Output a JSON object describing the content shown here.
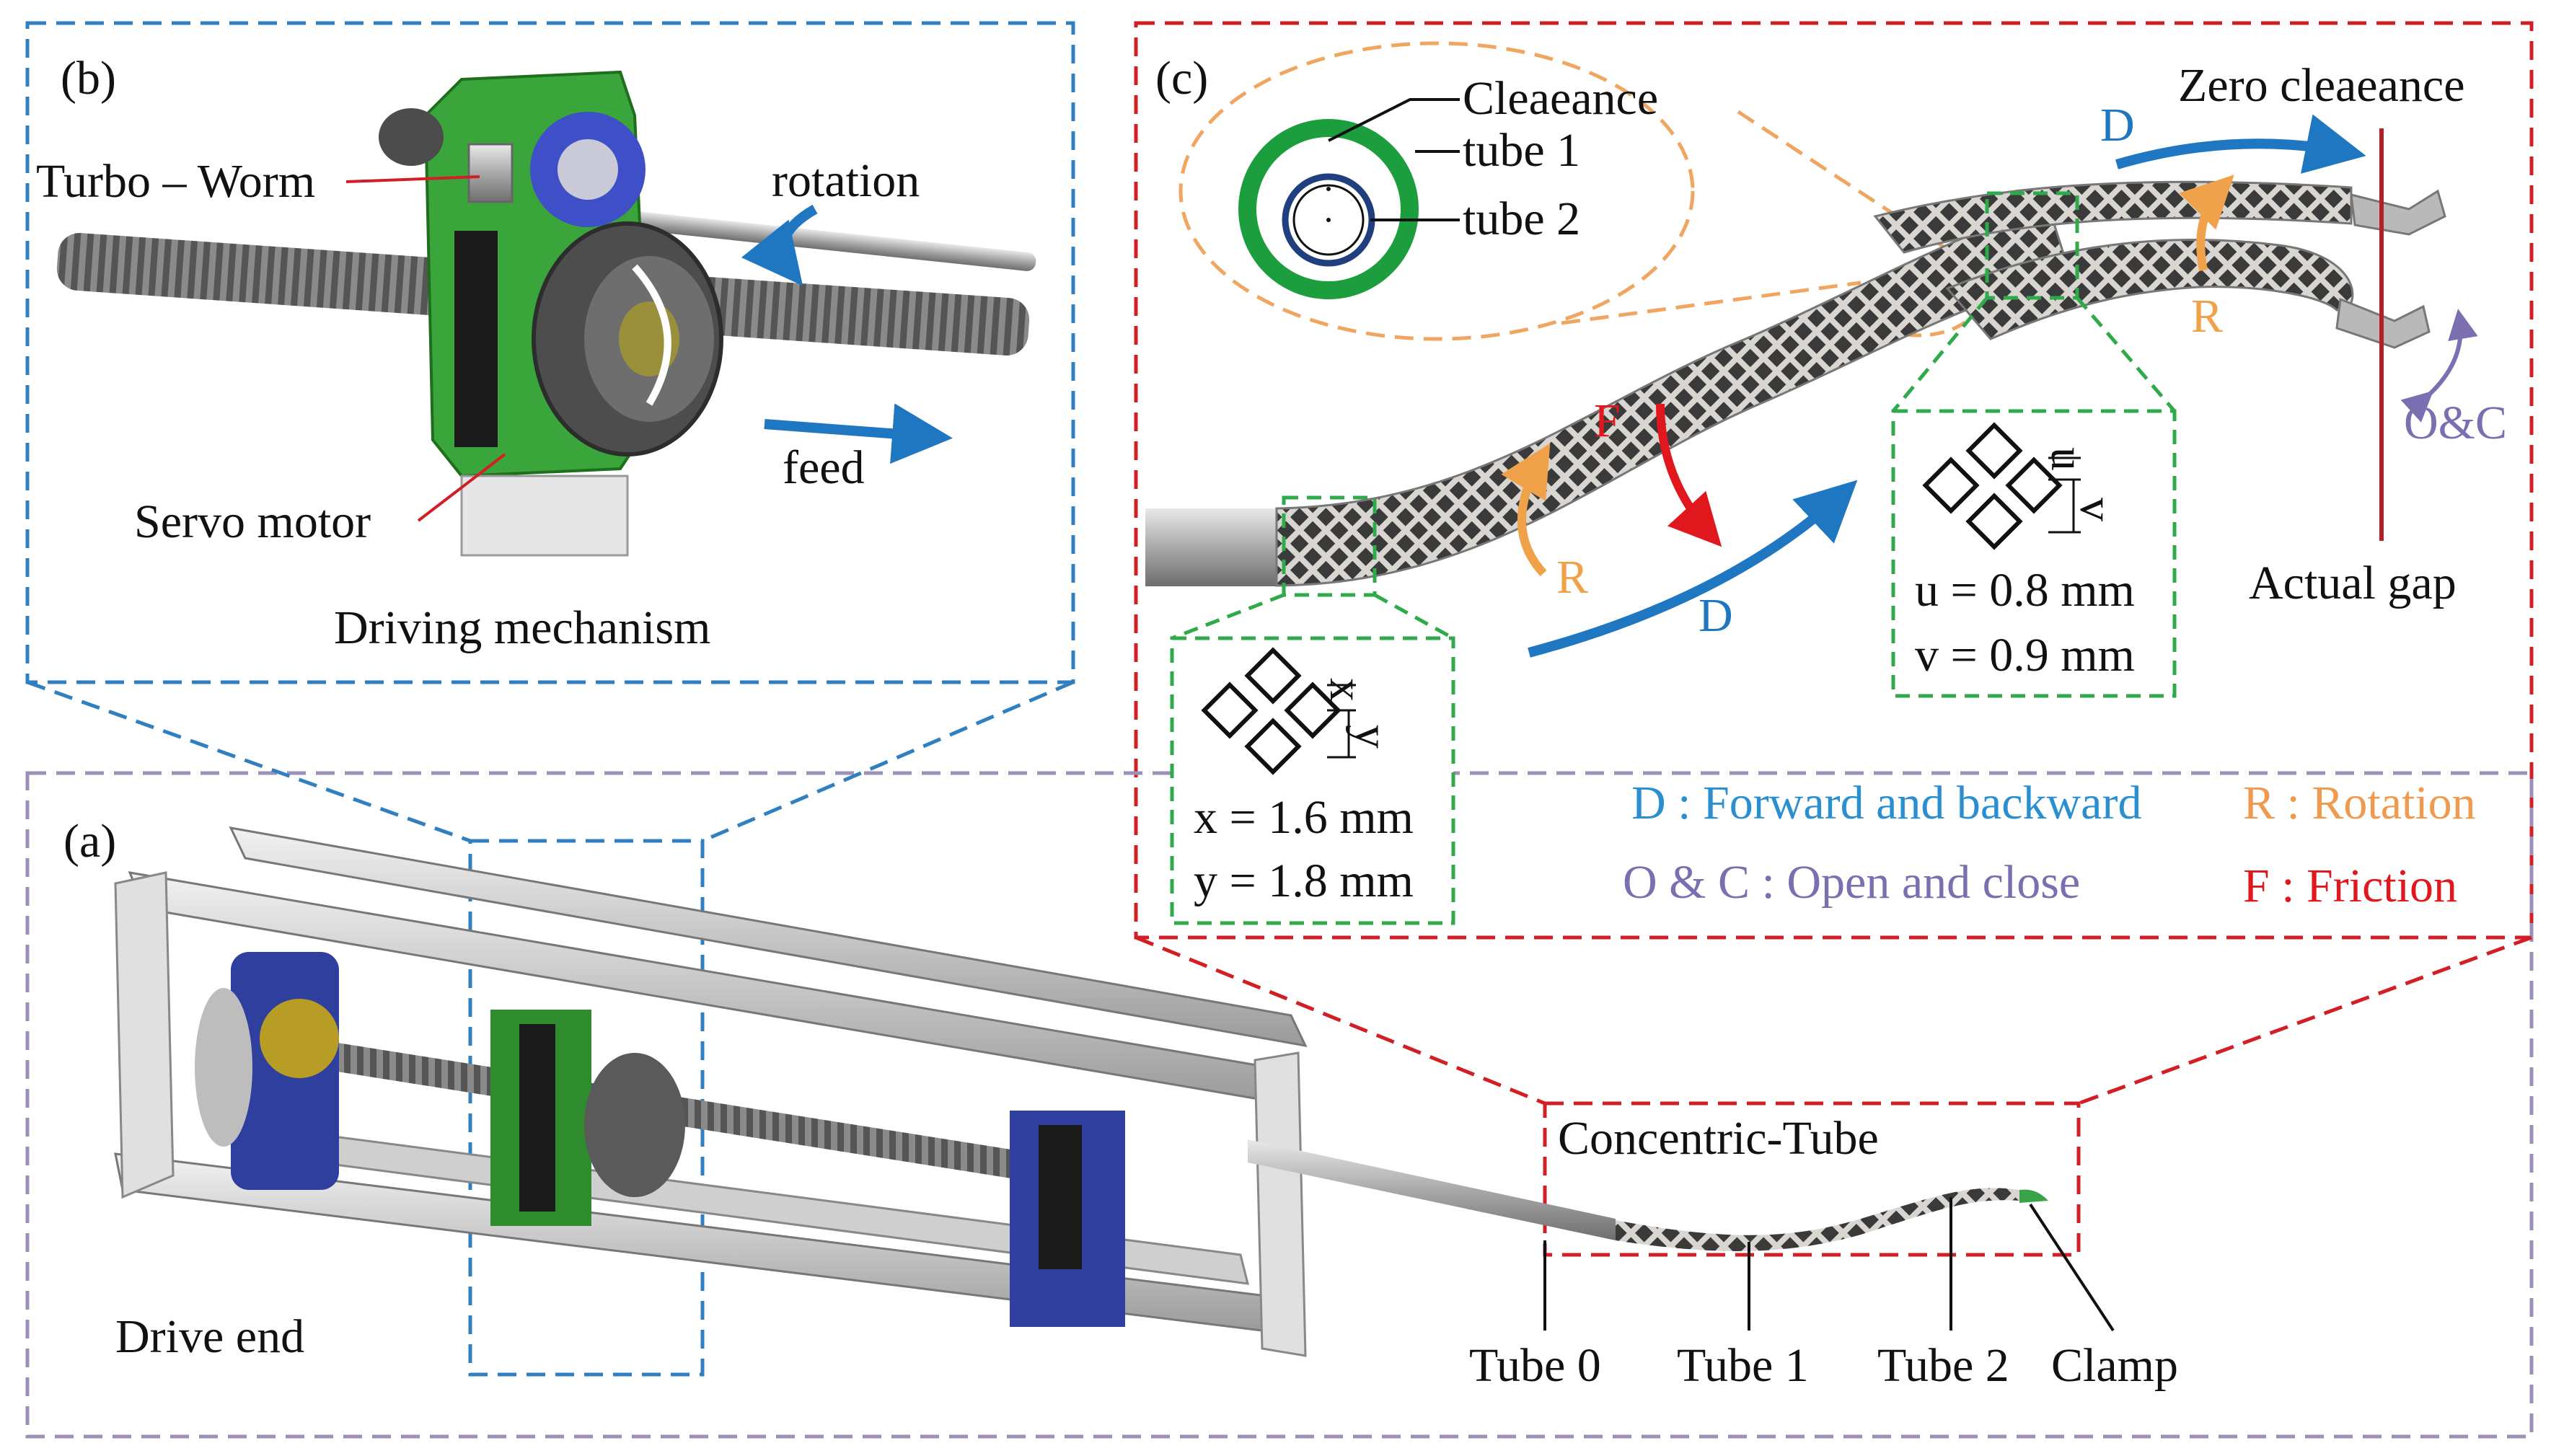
{
  "panel_b": {
    "tag": "(b)",
    "turbo_worm": "Turbo – Worm",
    "rotation": "rotation",
    "feed": "feed",
    "servo_motor": "Servo motor",
    "caption": "Driving mechanism"
  },
  "panel_c": {
    "tag": "(c)",
    "clearance": "Cleaeance",
    "tube1": "tube 1",
    "tube2": "tube 2",
    "zero_clearance": "Zero cleaeance",
    "actual_gap": "Actual gap",
    "d": "D",
    "r": "R",
    "f": "F",
    "oc": "O&C",
    "u": "u",
    "v": "v",
    "x": "x",
    "y": "y",
    "u_val": "u = 0.8 mm",
    "v_val": "v = 0.9 mm",
    "x_val": "x = 1.6 mm",
    "y_val": "y = 1.8 mm",
    "legend": {
      "d": "D : Forward and backward",
      "r": "R : Rotation",
      "oc": "O & C :  Open and close",
      "f": "F : Friction"
    }
  },
  "panel_a": {
    "tag": "(a)",
    "drive_end": "Drive end",
    "concentric_tube": "Concentric-Tube",
    "tube0": "Tube 0",
    "tube1": "Tube 1",
    "tube2": "Tube 2",
    "clamp": "Clamp"
  },
  "colors": {
    "blue_border": "#2f7fc1",
    "red_border": "#d21f26",
    "purple_border": "#9e8fb8",
    "green_box": "#2eaa4a",
    "orange_ellipse": "#f0a660",
    "arrow_blue": "#1f77c2",
    "arrow_orange": "#f0a24b",
    "arrow_red": "#e0181e",
    "legend_blue": "#2a8fd0",
    "legend_orange": "#f09a50",
    "legend_purple": "#7b6fb1",
    "legend_red": "#e0181e",
    "tube_green": "#1d9e3e",
    "tube_navy": "#1f3f7f"
  }
}
